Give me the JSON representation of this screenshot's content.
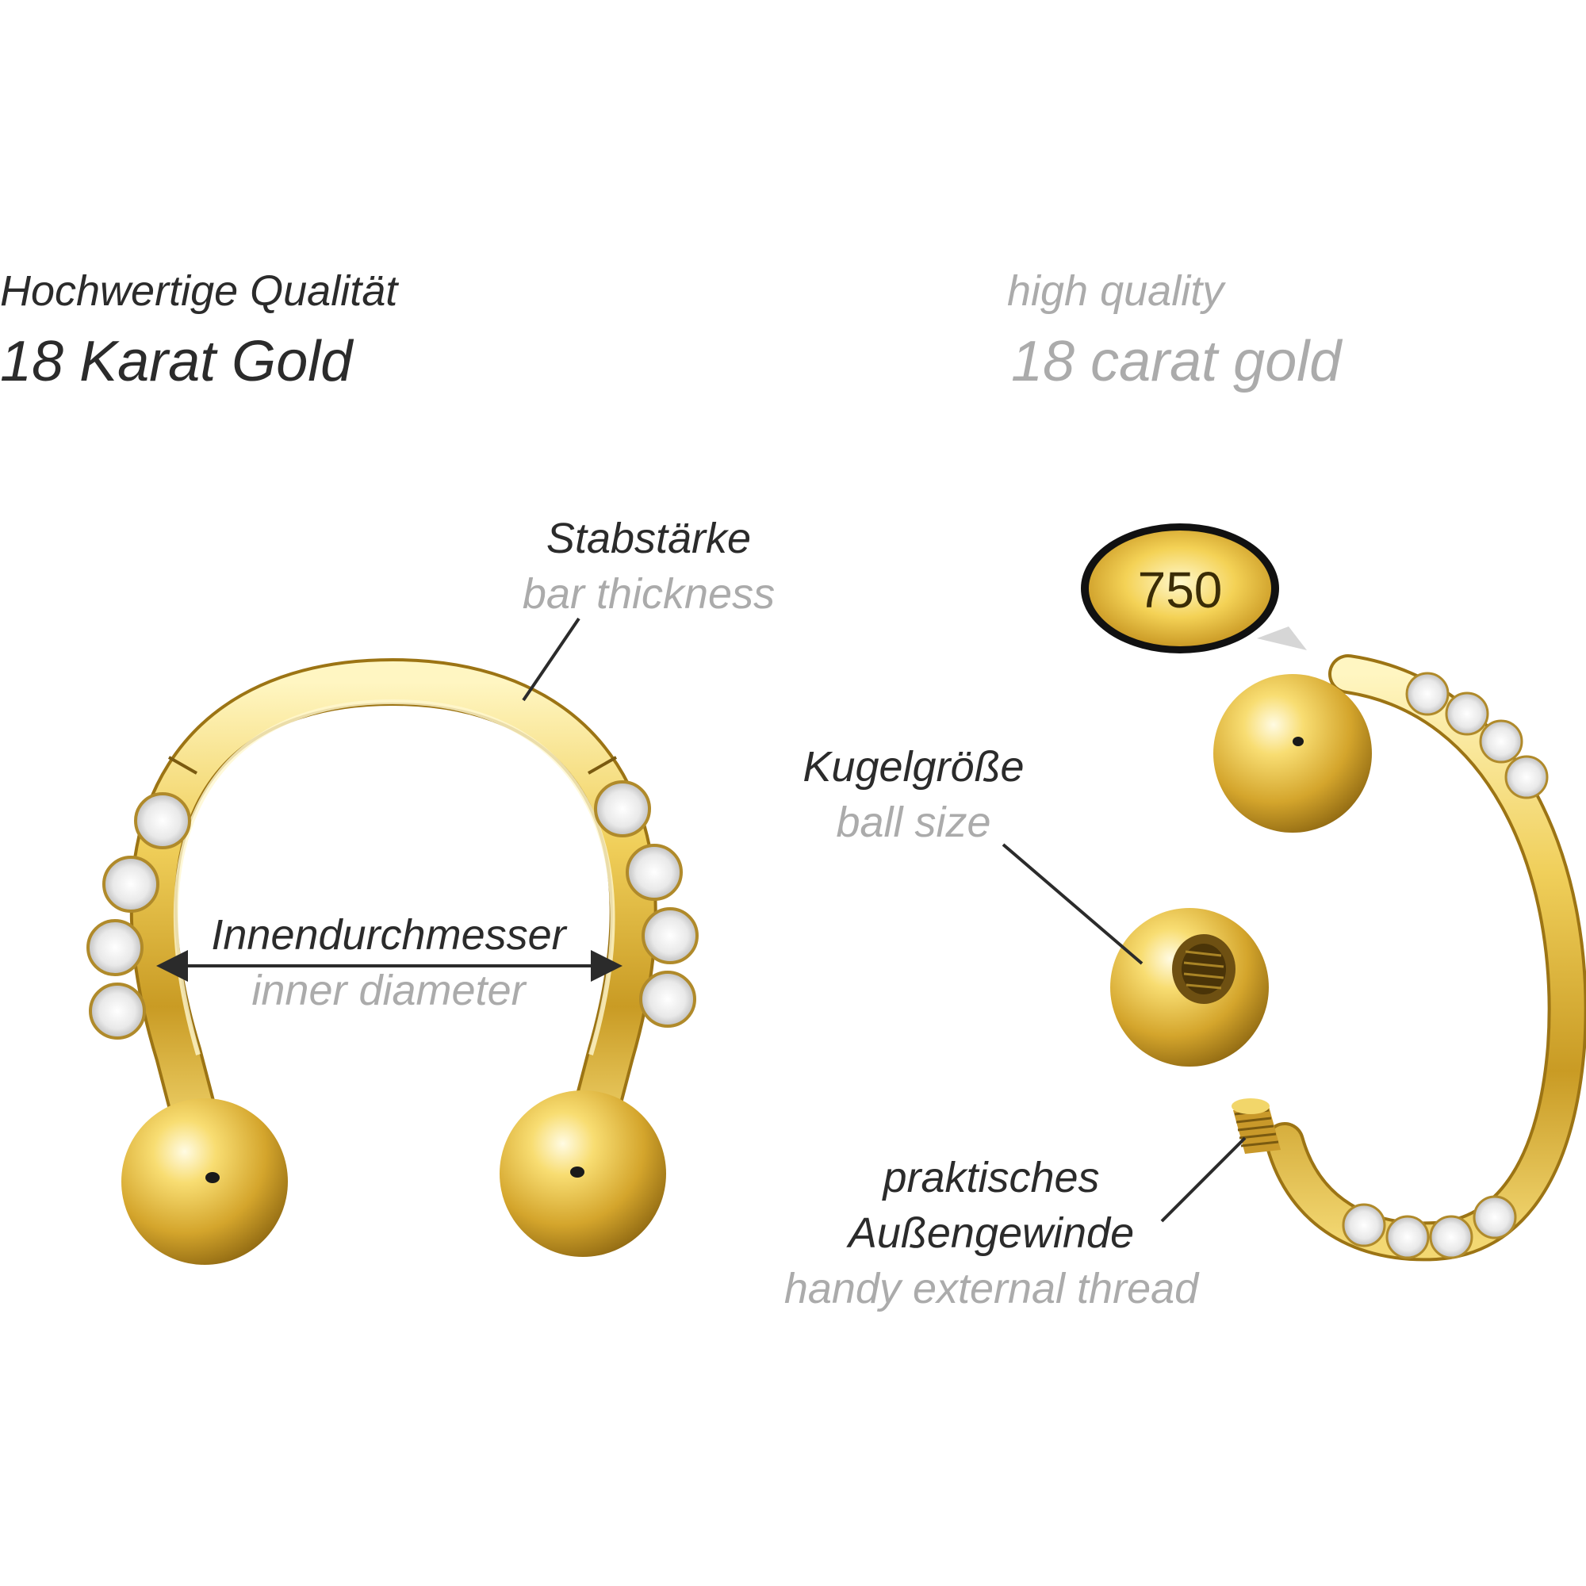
{
  "header": {
    "de_line1": "Hochwertige Qualität",
    "de_line2": "18 Karat Gold",
    "en_line1": "high quality",
    "en_line2": "18 carat gold"
  },
  "labels": {
    "bar_thickness_de": "Stabstärke",
    "bar_thickness_en": "bar thickness",
    "inner_diameter_de": "Innendurchmesser",
    "inner_diameter_en": "inner diameter",
    "ball_size_de": "Kugelgröße",
    "ball_size_en": "ball size",
    "thread_de_line1": "praktisches",
    "thread_de_line2": "Außengewinde",
    "thread_en": "handy external thread"
  },
  "hallmark": "750",
  "colors": {
    "gold_light": "#fff3b0",
    "gold_mid": "#e7c24a",
    "gold_dark": "#a9801a",
    "text_dark": "#2b2b2b",
    "text_grey": "#ababab"
  }
}
